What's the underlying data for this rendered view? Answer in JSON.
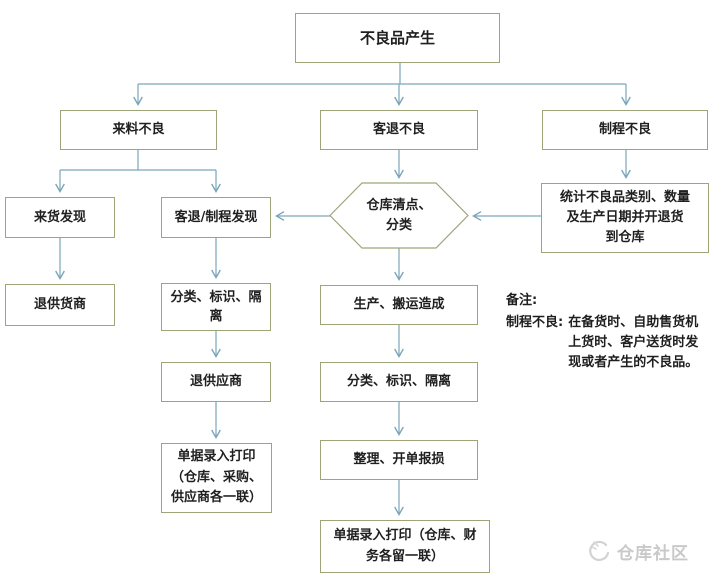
{
  "nodes": {
    "defect_origin": "不良品产生",
    "incoming_defect": "来料不良",
    "customer_return_defect": "客退不良",
    "process_defect": "制程不良",
    "arrival_found": "来货发现",
    "return_process_found": "客退/制程发现",
    "warehouse_check": "仓库清点、\n分类",
    "stats_return": "统计不良品类别、数量\n及生产日期并开退货\n到仓库",
    "return_supplier": "退供货商",
    "classify_isolate_left": "分类、标识、隔\n离",
    "production_handling": "生产、搬运造成",
    "return_supplier2": "退供应商",
    "classify_isolate_mid": "分类、标识、隔离",
    "doc_print_supplier": "单据录入打印\n（仓库、采购、\n供应商各一联）",
    "organize_report": "整理、开单报损",
    "doc_print_finance": "单据录入打印（仓库、财\n务各留一联）"
  },
  "note": {
    "label": "备注:",
    "term": "制程不良:",
    "body": "在备货时、自助售货机\n上货时、客户送货时发\n现或者产生的不良品。"
  },
  "watermark": "仓库社区",
  "colors": {
    "box_border": "#9fa478",
    "connector": "#7ba6b9",
    "text": "#1f1f1f",
    "watermark_gray": "#c9c9c9"
  }
}
